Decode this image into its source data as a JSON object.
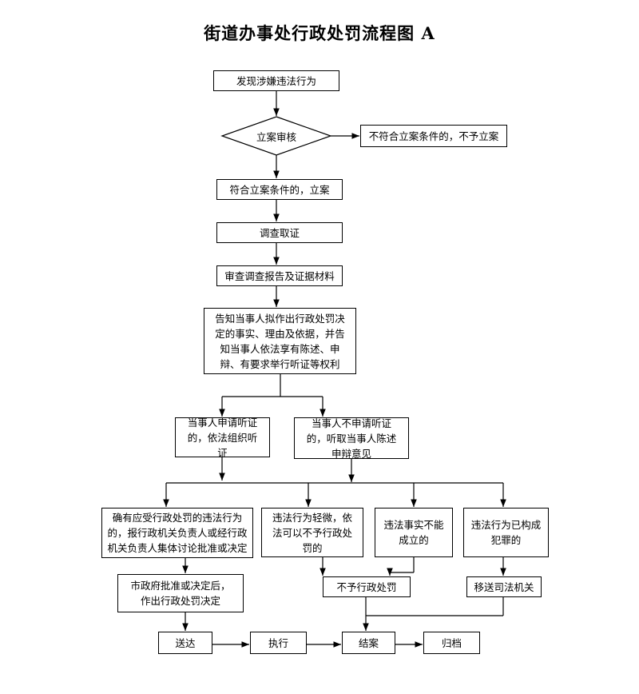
{
  "title": "街道办事处行政处罚流程图 A",
  "nodes": {
    "discover": "发现涉嫌违法行为",
    "review": "立案审核",
    "not_meet": "不符合立案条件的，不予立案",
    "meet": "符合立案条件的，立案",
    "investigate": "调查取证",
    "examine_report": "审查调查报告及证据材料",
    "notify": "告知当事人拟作出行政处罚决定的事实、理由及依据，并告知当事人依法享有陈述、申辩、有要求举行听证等权利",
    "hearing_request": "当事人申请听证的，依法组织听证",
    "no_hearing": "当事人不申请听证的，听取当事人陈述申辩意见",
    "should_punish": "确有应受行政处罚的违法行为的，报行政机关负责人或经行政机关负责人集体讨论批准或决定",
    "minor": "违法行为轻微，依法可以不予行政处罚的",
    "not_established": "违法事实不能成立的",
    "crime": "违法行为已构成犯罪的",
    "city_decision": "市政府批准或决定后，作出行政处罚决定",
    "no_punish": "不予行政处罚",
    "transfer": "移送司法机关",
    "deliver": "送达",
    "execute": "执行",
    "close": "结案",
    "archive": "归档"
  }
}
